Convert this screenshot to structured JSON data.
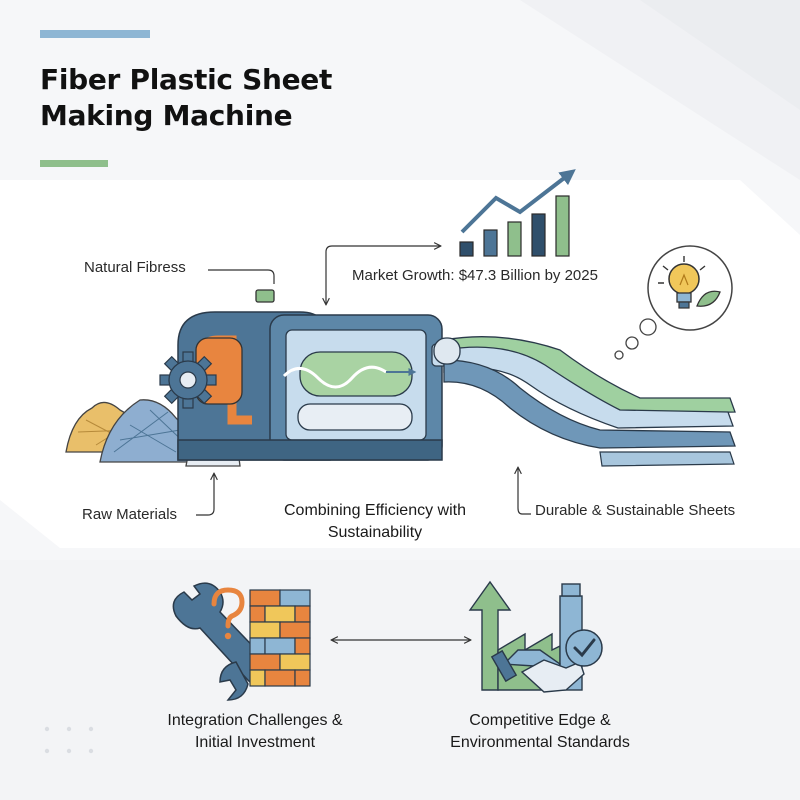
{
  "title": {
    "line1": "Fiber Plastic Sheet",
    "line2": "Making Machine"
  },
  "labels": {
    "natural_fibres": "Natural Fibress",
    "market_growth": "Market Growth: $47.3 Billion by 2025",
    "raw_materials": "Raw Materials",
    "durable_sheets": "Durable & Sustainable Sheets",
    "center_line1": "Combining Efficiency with",
    "center_line2": "Sustainability",
    "challenges_line1": "Integration Challenges &",
    "challenges_line2": "Initial Investment",
    "edge_line1": "Competitive Edge &",
    "edge_line2": "Environmental Standards"
  },
  "icons": [
    "natural-fibre-pile-icon",
    "gear-icon",
    "sheet-machine-icon",
    "rising-bar-chart-icon",
    "lightbulb-leaf-icon",
    "thought-bubble-icon",
    "plastic-sheets-icon",
    "wrench-icon",
    "question-mark-icon",
    "brick-wall-icon",
    "factory-icon",
    "handshake-icon",
    "checkmark-badge-icon"
  ],
  "colors": {
    "blue": "#8eb6d4",
    "green": "#8fbf8c",
    "orange": "#e8853f",
    "steel": "#4d7596",
    "navy": "#2f4f6b",
    "yellow": "#f0c75a"
  }
}
